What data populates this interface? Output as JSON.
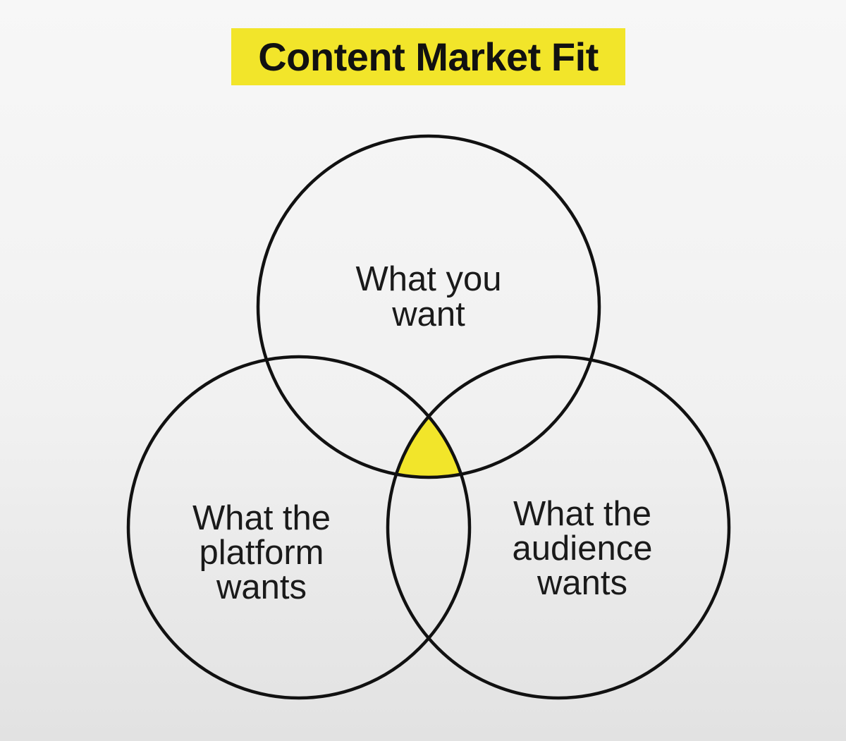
{
  "title": {
    "text": "Content Market Fit",
    "highlight_color": "#f2e52a"
  },
  "venn": {
    "outline_color": "#111111",
    "intersection_color": "#f2e52a",
    "sets": [
      {
        "id": "you",
        "lines": [
          "What you",
          "want"
        ]
      },
      {
        "id": "platform",
        "lines": [
          "What the",
          "platform",
          "wants"
        ]
      },
      {
        "id": "audience",
        "lines": [
          "What the",
          "audience",
          "wants"
        ]
      }
    ]
  }
}
